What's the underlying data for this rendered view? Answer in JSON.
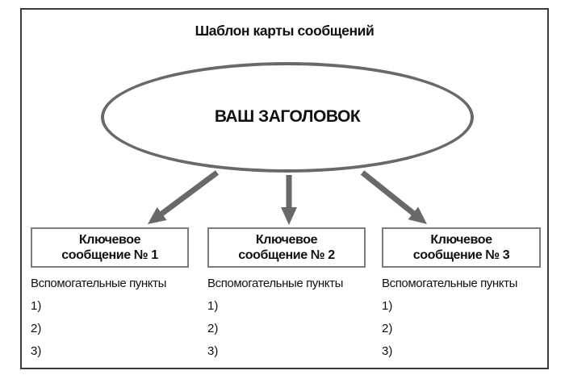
{
  "header": {
    "title": "Шаблон карты сообщений"
  },
  "ellipse": {
    "label": "ВАШ ЗАГОЛОВОК"
  },
  "columns": [
    {
      "box_line1": "Ключевое",
      "box_line2": "сообщение № 1",
      "subtitle": "Вспомогательные пункты",
      "items": [
        "1)",
        "2)",
        "3)"
      ]
    },
    {
      "box_line1": "Ключевое",
      "box_line2": "сообщение № 2",
      "subtitle": "Вспомогательные пункты",
      "items": [
        "1)",
        "2)",
        "3)"
      ]
    },
    {
      "box_line1": "Ключевое",
      "box_line2": "сообщение № 3",
      "subtitle": "Вспомогательные пункты",
      "items": [
        "1)",
        "2)",
        "3)"
      ]
    }
  ],
  "colors": {
    "stroke_gray": "#696969",
    "box_border": "#7d7d7d",
    "frame_border": "#3c3c3c",
    "text": "#111111",
    "background": "#ffffff"
  }
}
